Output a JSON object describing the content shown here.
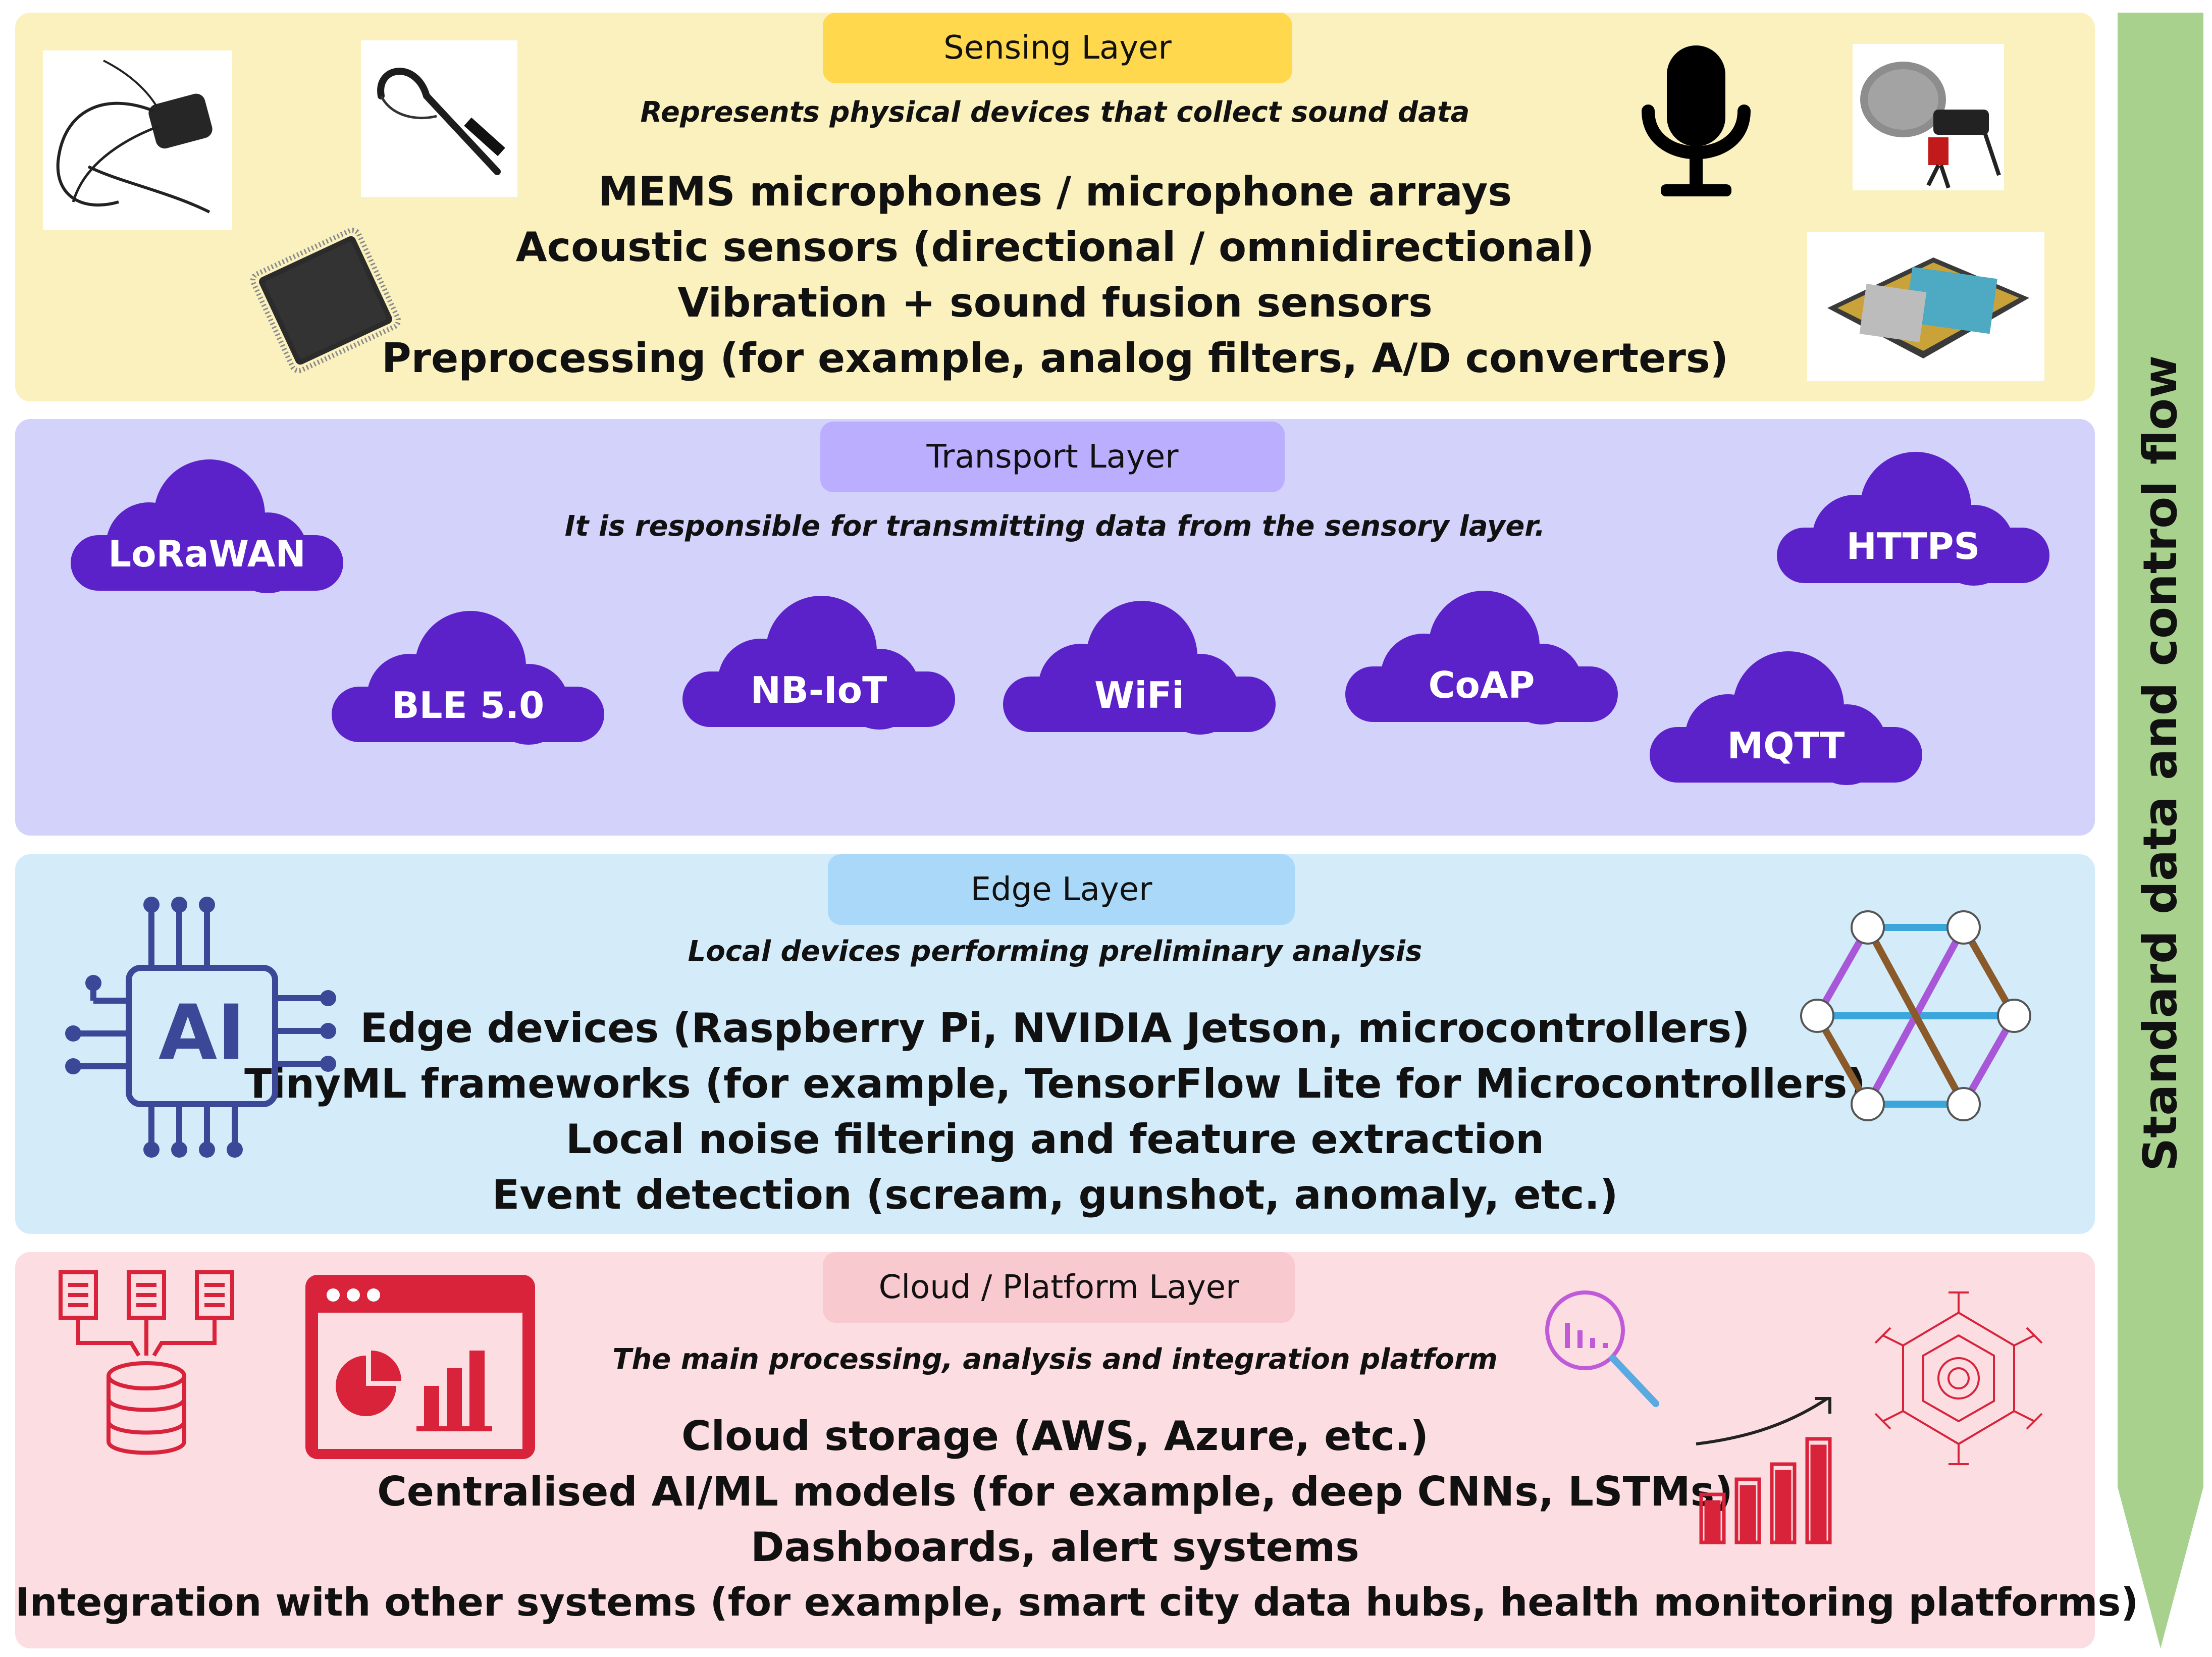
{
  "flow_label": "Standard data and control flow",
  "colors": {
    "sensing_bg": "#fbf1bf",
    "sensing_pill": "#ffd84d",
    "transport_bg": "#d3d2fb",
    "transport_pill": "#bcaeff",
    "cloud_purple": "#5a22c8",
    "edge_bg": "#d4ecfa",
    "edge_pill": "#a9d8f8",
    "edge_icon": "#3b4797",
    "platform_bg": "#fcdde2",
    "platform_pill": "#f9c9d0",
    "platform_icon": "#d9233b",
    "arrow": "#a8d18d"
  },
  "layers": {
    "sensing": {
      "title": "Sensing Layer",
      "subtitle": "Represents physical devices that collect sound data",
      "bullets": [
        "MEMS microphones / microphone arrays",
        "Acoustic sensors (directional / omnidirectional)",
        "Vibration + sound fusion sensors",
        "Preprocessing (for example, analog filters, A/D converters)"
      ],
      "icons": [
        "sensor-cable-photo",
        "probe-microphone-photo",
        "chip-photo",
        "microphone-icon",
        "shotgun-microphone-photo",
        "mems-sensor-photo"
      ]
    },
    "transport": {
      "title": "Transport Layer",
      "subtitle": "It is responsible for transmitting data from the sensory layer.",
      "protocols": [
        "LoRaWAN",
        "BLE 5.0",
        "NB-IoT",
        "WiFi",
        "CoAP",
        "MQTT",
        "HTTPS"
      ]
    },
    "edge": {
      "title": "Edge Layer",
      "subtitle": "Local devices performing preliminary analysis",
      "chip_label": "AI",
      "bullets": [
        "Edge devices (Raspberry Pi, NVIDIA Jetson, microcontrollers)",
        "TinyML frameworks (for example, TensorFlow Lite for Microcontrollers)",
        "Local noise filtering and feature extraction",
        "Event detection (scream, gunshot, anomaly, etc.)"
      ],
      "icons": [
        "ai-chip-icon",
        "network-graph-icon"
      ]
    },
    "platform": {
      "title": "Cloud / Platform Layer",
      "subtitle": "The main processing, analysis and integration platform",
      "bullets": [
        "Cloud storage (AWS, Azure, etc.)",
        "Centralised AI/ML models (for example, deep CNNs, LSTMs)",
        "Dashboards, alert systems",
        "Integration with other systems (for example, smart city data hubs, health monitoring platforms)"
      ],
      "icons": [
        "documents-to-database-icon",
        "dashboard-icon",
        "search-analytics-icon",
        "growth-chart-icon",
        "hexagon-network-icon"
      ]
    }
  }
}
